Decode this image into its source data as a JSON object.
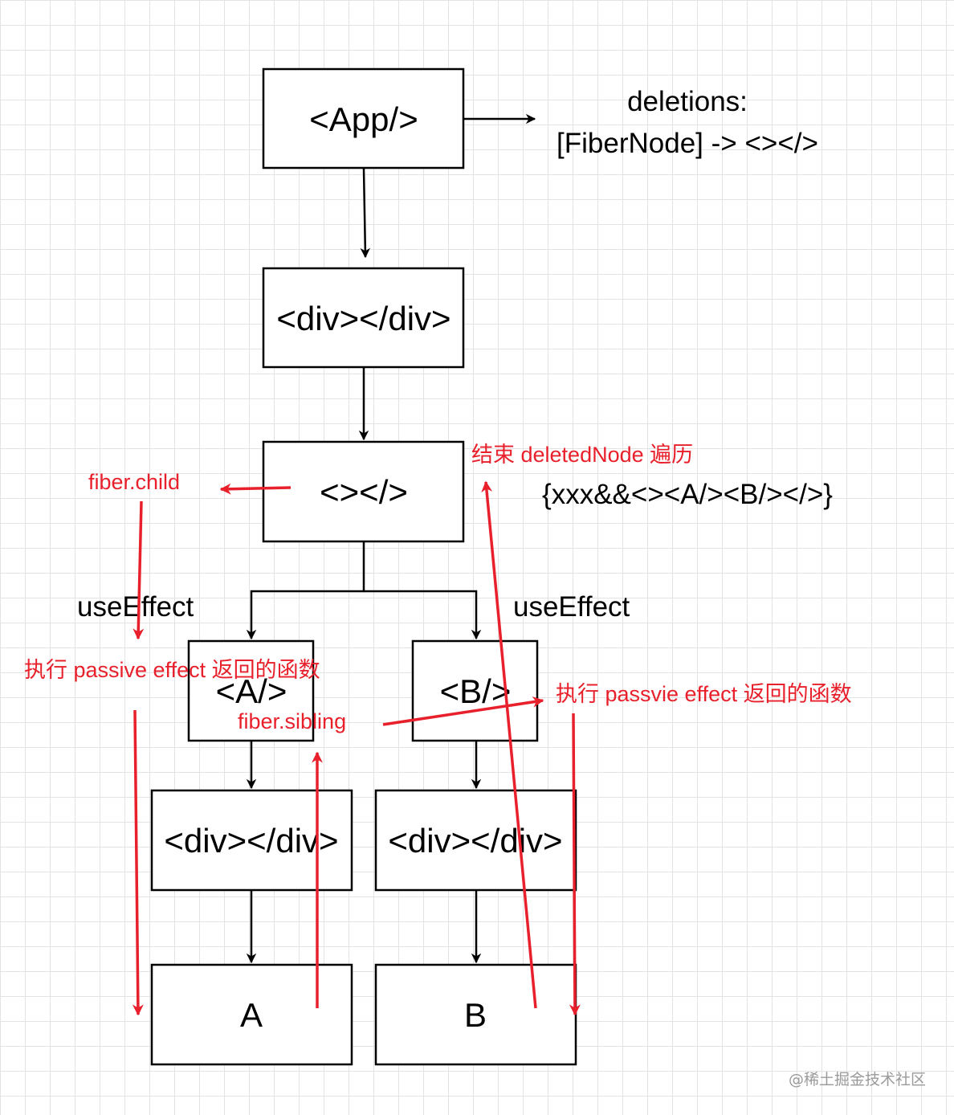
{
  "nodes": {
    "app": "<App/>",
    "div_root": "<div></div>",
    "fragment": "<></>",
    "comp_a": "<A/>",
    "comp_b": "<B/>",
    "div_a": "<div></div>",
    "div_b": "<div></div>",
    "text_a": "A",
    "text_b": "B"
  },
  "annotations": {
    "deletions_line1": "deletions:",
    "deletions_line2": "[FiberNode] -> <></>",
    "jsx_expression": "{xxx&&<><A/><B/></>}",
    "use_effect_a": "useEffect",
    "use_effect_b": "useEffect"
  },
  "red_annotations": {
    "end_traversal": "结束 deletedNode 遍历",
    "fiber_child": "fiber.child",
    "exec_passive_a": "执行 passive effect 返回的函数",
    "exec_passive_b": "执行 passvie effect 返回的函数",
    "fiber_sibling": "fiber.sibling"
  },
  "watermark": "@稀土掘金技术社区",
  "colors": {
    "red": "#e8202b",
    "black": "#000000",
    "grid": "#e3e3e3"
  }
}
